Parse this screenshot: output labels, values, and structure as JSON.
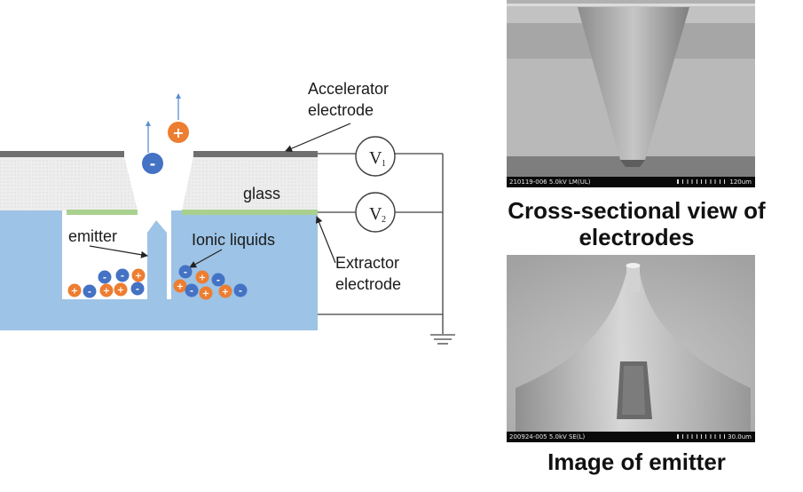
{
  "diagram": {
    "labels": {
      "accelerator": "Accelerator",
      "accelerator_2": "electrode",
      "glass": "glass",
      "emitter": "emitter",
      "ionic_liquids": "Ionic liquids",
      "extractor": "Extractor",
      "extractor_2": "electrode"
    },
    "voltmeter_1": {
      "symbol": "V",
      "subscript": "1"
    },
    "voltmeter_2": {
      "symbol": "V",
      "subscript": "2"
    },
    "ion_signs": {
      "positive": "+",
      "negative": "-"
    },
    "colors": {
      "substrate": "#9dc3e6",
      "glass": "#ececec",
      "accelerator_electrode": "#6f6f6f",
      "extractor_electrode": "#a9d18e",
      "positive_ion": "#ed7d31",
      "negative_ion": "#4472c4",
      "wire": "#404040"
    }
  },
  "sem_top": {
    "meta": "210119-006 5.0kV LM(UL)",
    "scale": "120um",
    "caption_line1": "Cross-sectional view of",
    "caption_line2": "electrodes"
  },
  "sem_bottom": {
    "meta": "200924-005 5.0kV SE(L)",
    "scale": "30.0um",
    "caption": "Image of emitter"
  }
}
